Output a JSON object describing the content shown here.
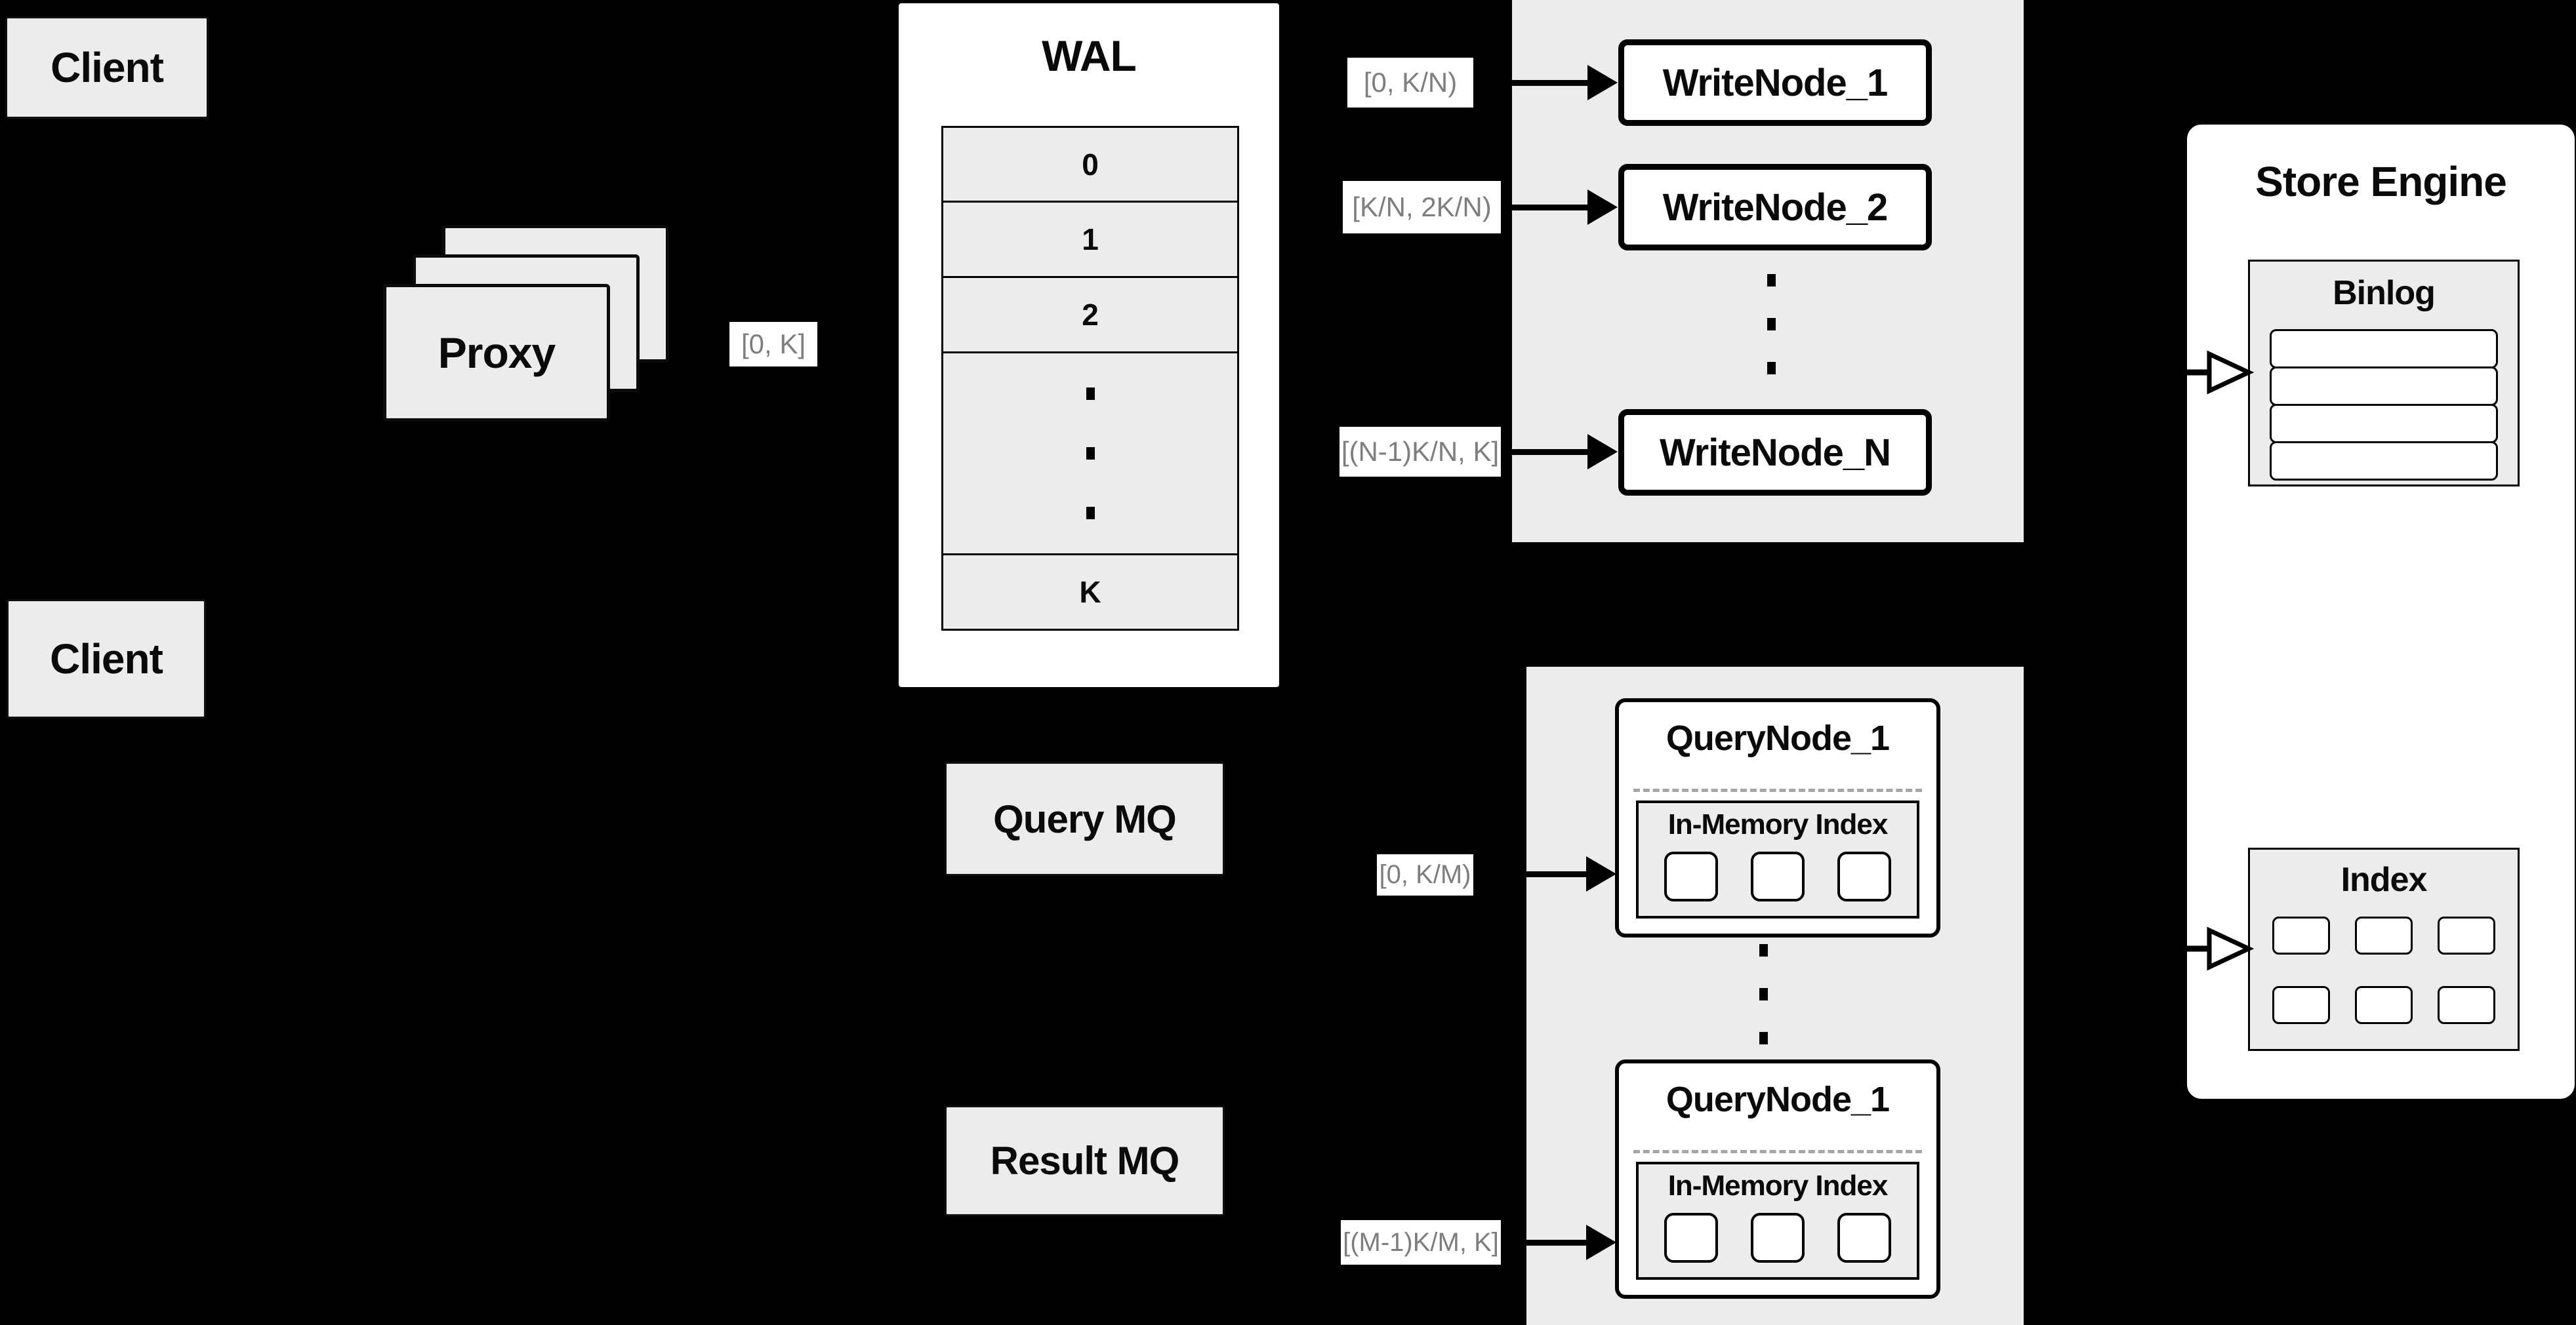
{
  "client_top": {
    "label": "Client"
  },
  "client_bottom": {
    "label": "Client"
  },
  "proxy": {
    "label": "Proxy",
    "range": "[0, K]"
  },
  "wal": {
    "title": "WAL",
    "rows": [
      "0",
      "1",
      "2"
    ],
    "last_row": "K"
  },
  "write_group": {
    "labels": [
      "[0, K/N)",
      "[K/N, 2K/N)",
      "[(N-1)K/N, K]"
    ],
    "nodes": [
      "WriteNode_1",
      "WriteNode_2",
      "WriteNode_N"
    ]
  },
  "store_engine": {
    "title": "Store Engine",
    "binlog_title": "Binlog",
    "index_title": "Index"
  },
  "mq": {
    "query": "Query MQ",
    "result": "Result MQ"
  },
  "query_group": {
    "labels": [
      "[0, K/M)",
      "[(M-1)K/M, K]"
    ],
    "nodes": [
      {
        "title": "QueryNode_1",
        "memory_title": "In-Memory Index"
      },
      {
        "title": "QueryNode_1",
        "memory_title": "In-Memory Index"
      }
    ]
  },
  "colors": {
    "background": "#000000",
    "box_fill": "#ececeb",
    "panel_fill": "#ffffff",
    "border": "#000000",
    "range_label_text": "#7e7e7e"
  }
}
